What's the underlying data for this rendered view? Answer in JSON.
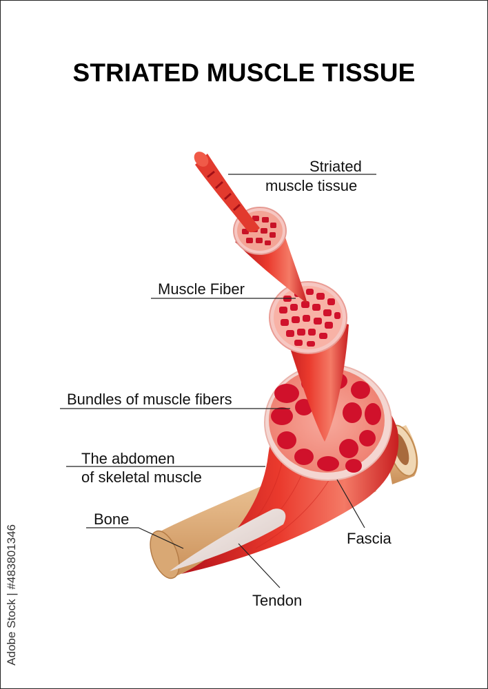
{
  "title": "STRIATED MUSCLE TISSUE",
  "labels": {
    "striated_line1": "Striated",
    "striated_line2": "muscle tissue",
    "muscle_fiber": "Muscle Fiber",
    "bundles": "Bundles of muscle fibers",
    "abdomen_line1": "The abdomen",
    "abdomen_line2": "of skeletal muscle",
    "bone": "Bone",
    "fascia": "Fascia",
    "tendon": "Tendon"
  },
  "watermark": "Adobe Stock | #483801346",
  "colors": {
    "muscle_dark": "#c4161c",
    "muscle_mid": "#e8322a",
    "muscle_light": "#f26b5b",
    "cell_fill": "#d0112b",
    "membrane": "#f6c7c2",
    "bone_fill": "#e3b98a",
    "bone_shade": "#c9955f",
    "fascia": "#f3d9d5"
  }
}
